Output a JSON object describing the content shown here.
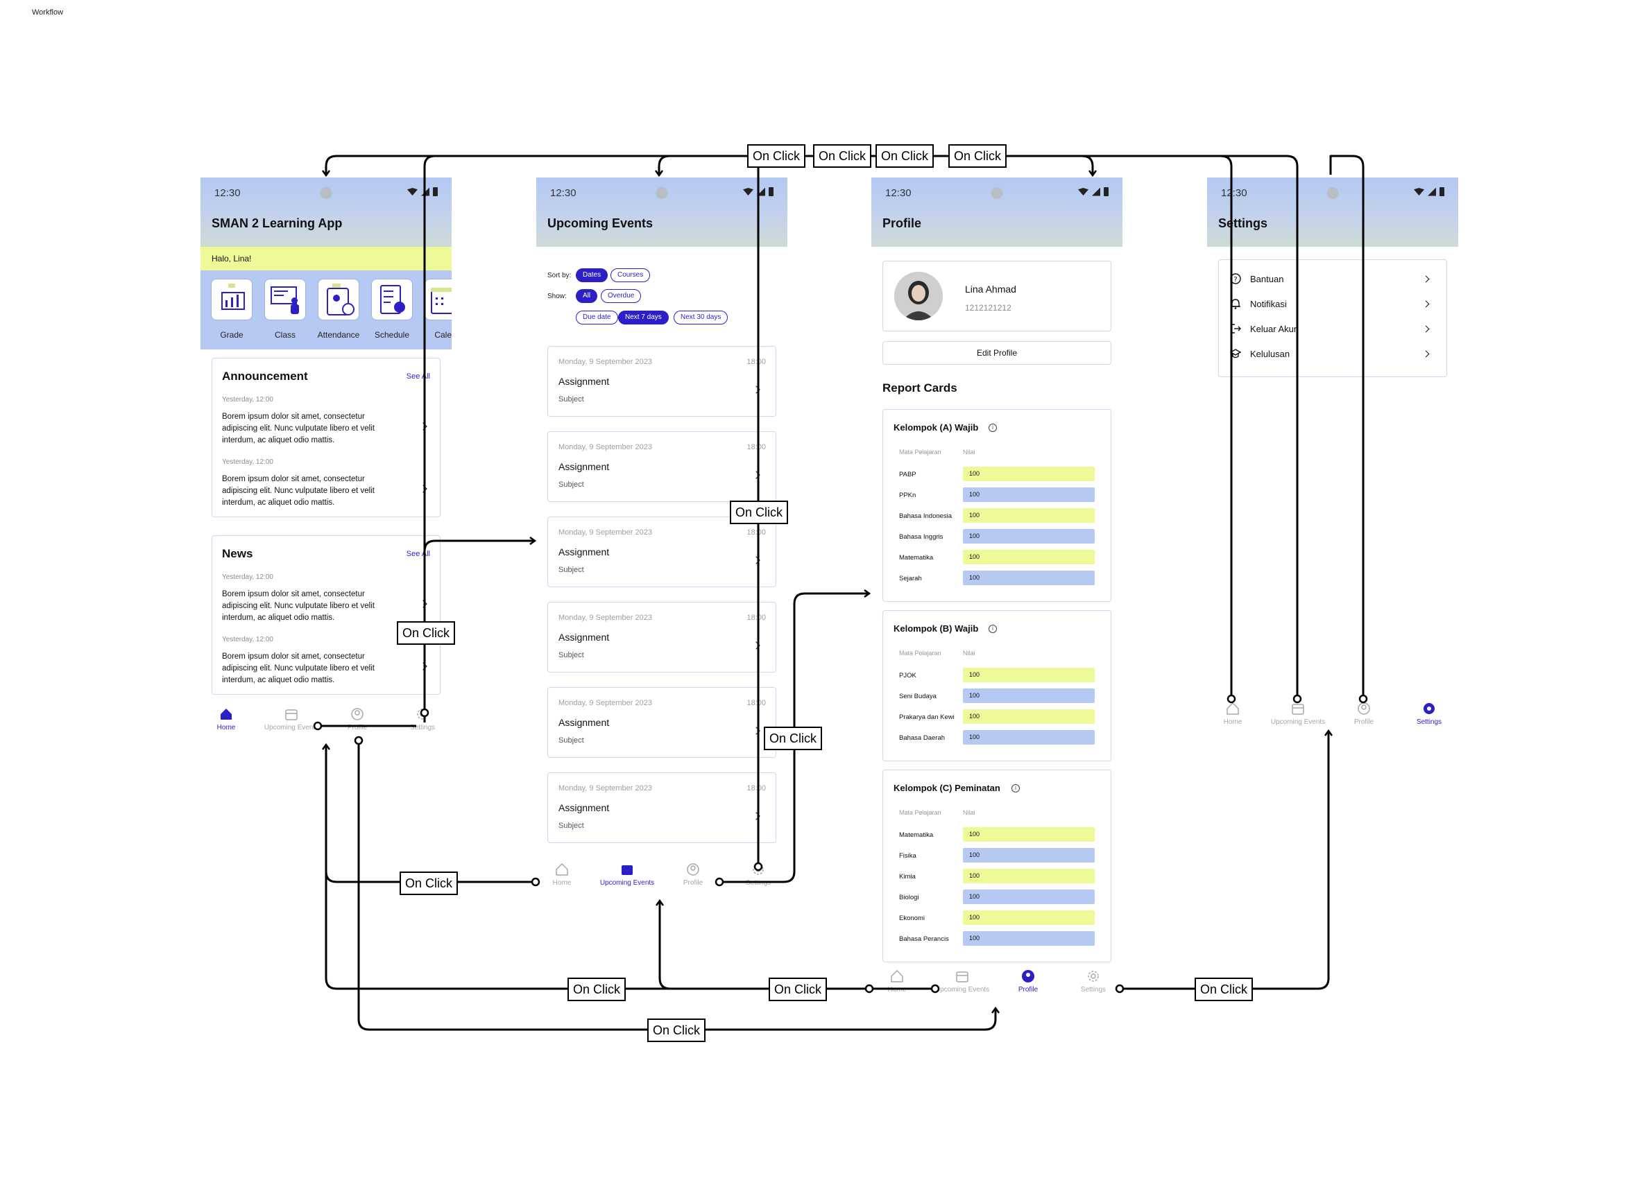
{
  "canvas": {
    "title": "Workflow"
  },
  "status_bar": {
    "time": "12:30"
  },
  "home": {
    "title": "SMAN 2 Learning App",
    "greeting": "Halo, Lina!",
    "menu": [
      "Grade",
      "Class",
      "Attendance",
      "Schedule",
      "Calen"
    ],
    "announcement": {
      "title": "Announcement",
      "see_all": "See All",
      "items": [
        {
          "time": "Yesterday, 12:00",
          "text": "Borem ipsum dolor sit amet, consectetur adipiscing elit. Nunc vulputate libero et velit interdum, ac aliquet odio mattis."
        },
        {
          "time": "Yesterday, 12:00",
          "text": "Borem ipsum dolor sit amet, consectetur adipiscing elit. Nunc vulputate libero et velit interdum, ac aliquet odio mattis."
        }
      ]
    },
    "news": {
      "title": "News",
      "see_all": "See All",
      "items": [
        {
          "time": "Yesterday, 12:00",
          "text": "Borem ipsum dolor sit amet, consectetur adipiscing elit. Nunc vulputate libero et velit interdum, ac aliquet odio mattis."
        },
        {
          "time": "Yesterday, 12:00",
          "text": "Borem ipsum dolor sit amet, consectetur adipiscing elit. Nunc vulputate libero et velit interdum, ac aliquet odio mattis."
        }
      ]
    }
  },
  "nav": {
    "home": "Home",
    "events": "Upcoming Events",
    "profile": "Profile",
    "settings": "Settings"
  },
  "events": {
    "title": "Upcoming Events",
    "sort_label": "Sort by:",
    "sort_options": [
      "Dates",
      "Courses"
    ],
    "show_label": "Show:",
    "show_options": [
      "All",
      "Overdue"
    ],
    "range_options": [
      "Due date",
      "Next 7 days",
      "Next 30 days"
    ],
    "cards": [
      {
        "date": "Monday, 9 September 2023",
        "time": "18:00",
        "title": "Assignment",
        "subject": "Subject"
      },
      {
        "date": "Monday, 9 September 2023",
        "time": "18:00",
        "title": "Assignment",
        "subject": "Subject"
      },
      {
        "date": "Monday, 9 September 2023",
        "time": "18:00",
        "title": "Assignment",
        "subject": "Subject"
      },
      {
        "date": "Monday, 9 September 2023",
        "time": "18:00",
        "title": "Assignment",
        "subject": "Subject"
      },
      {
        "date": "Monday, 9 September 2023",
        "time": "18:00",
        "title": "Assignment",
        "subject": "Subject"
      },
      {
        "date": "Monday, 9 September 2023",
        "time": "18:00",
        "title": "Assignment",
        "subject": "Subject"
      }
    ]
  },
  "profile": {
    "title": "Profile",
    "name": "Lina Ahmad",
    "id": "1212121212",
    "edit_label": "Edit Profile",
    "report_title": "Report Cards",
    "col_subject": "Mata Pelajaran",
    "col_score": "Nilai",
    "groups": [
      {
        "title": "Kelompok (A) Wajib",
        "rows": [
          {
            "subject": "PABP",
            "score": "100"
          },
          {
            "subject": "PPKn",
            "score": "100"
          },
          {
            "subject": "Bahasa Indonesia",
            "score": "100"
          },
          {
            "subject": "Bahasa Inggris",
            "score": "100"
          },
          {
            "subject": "Matematika",
            "score": "100"
          },
          {
            "subject": "Sejarah",
            "score": "100"
          }
        ]
      },
      {
        "title": "Kelompok (B) Wajib",
        "rows": [
          {
            "subject": "PJOK",
            "score": "100"
          },
          {
            "subject": "Seni Budaya",
            "score": "100"
          },
          {
            "subject": "Prakarya dan Kewi",
            "score": "100"
          },
          {
            "subject": "Bahasa Daerah",
            "score": "100"
          }
        ]
      },
      {
        "title": "Kelompok (C) Peminatan",
        "rows": [
          {
            "subject": "Matematika",
            "score": "100"
          },
          {
            "subject": "Fisika",
            "score": "100"
          },
          {
            "subject": "Kimia",
            "score": "100"
          },
          {
            "subject": "Biologi",
            "score": "100"
          },
          {
            "subject": "Ekonomi",
            "score": "100"
          },
          {
            "subject": "Bahasa Perancis",
            "score": "100"
          }
        ]
      }
    ]
  },
  "settings": {
    "title": "Settings",
    "items": [
      {
        "label": "Bantuan",
        "icon": "help-circle-icon"
      },
      {
        "label": "Notifikasi",
        "icon": "bell-icon"
      },
      {
        "label": "Keluar Akun",
        "icon": "logout-icon"
      },
      {
        "label": "Kelulusan",
        "icon": "graduation-cap-icon"
      }
    ]
  },
  "flow_label": "On Click",
  "colors": {
    "primary": "#2d1fc6",
    "highlight": "#edfa97",
    "accent_blue": "#b6c9f2",
    "card_border": "#cdd8ef"
  }
}
